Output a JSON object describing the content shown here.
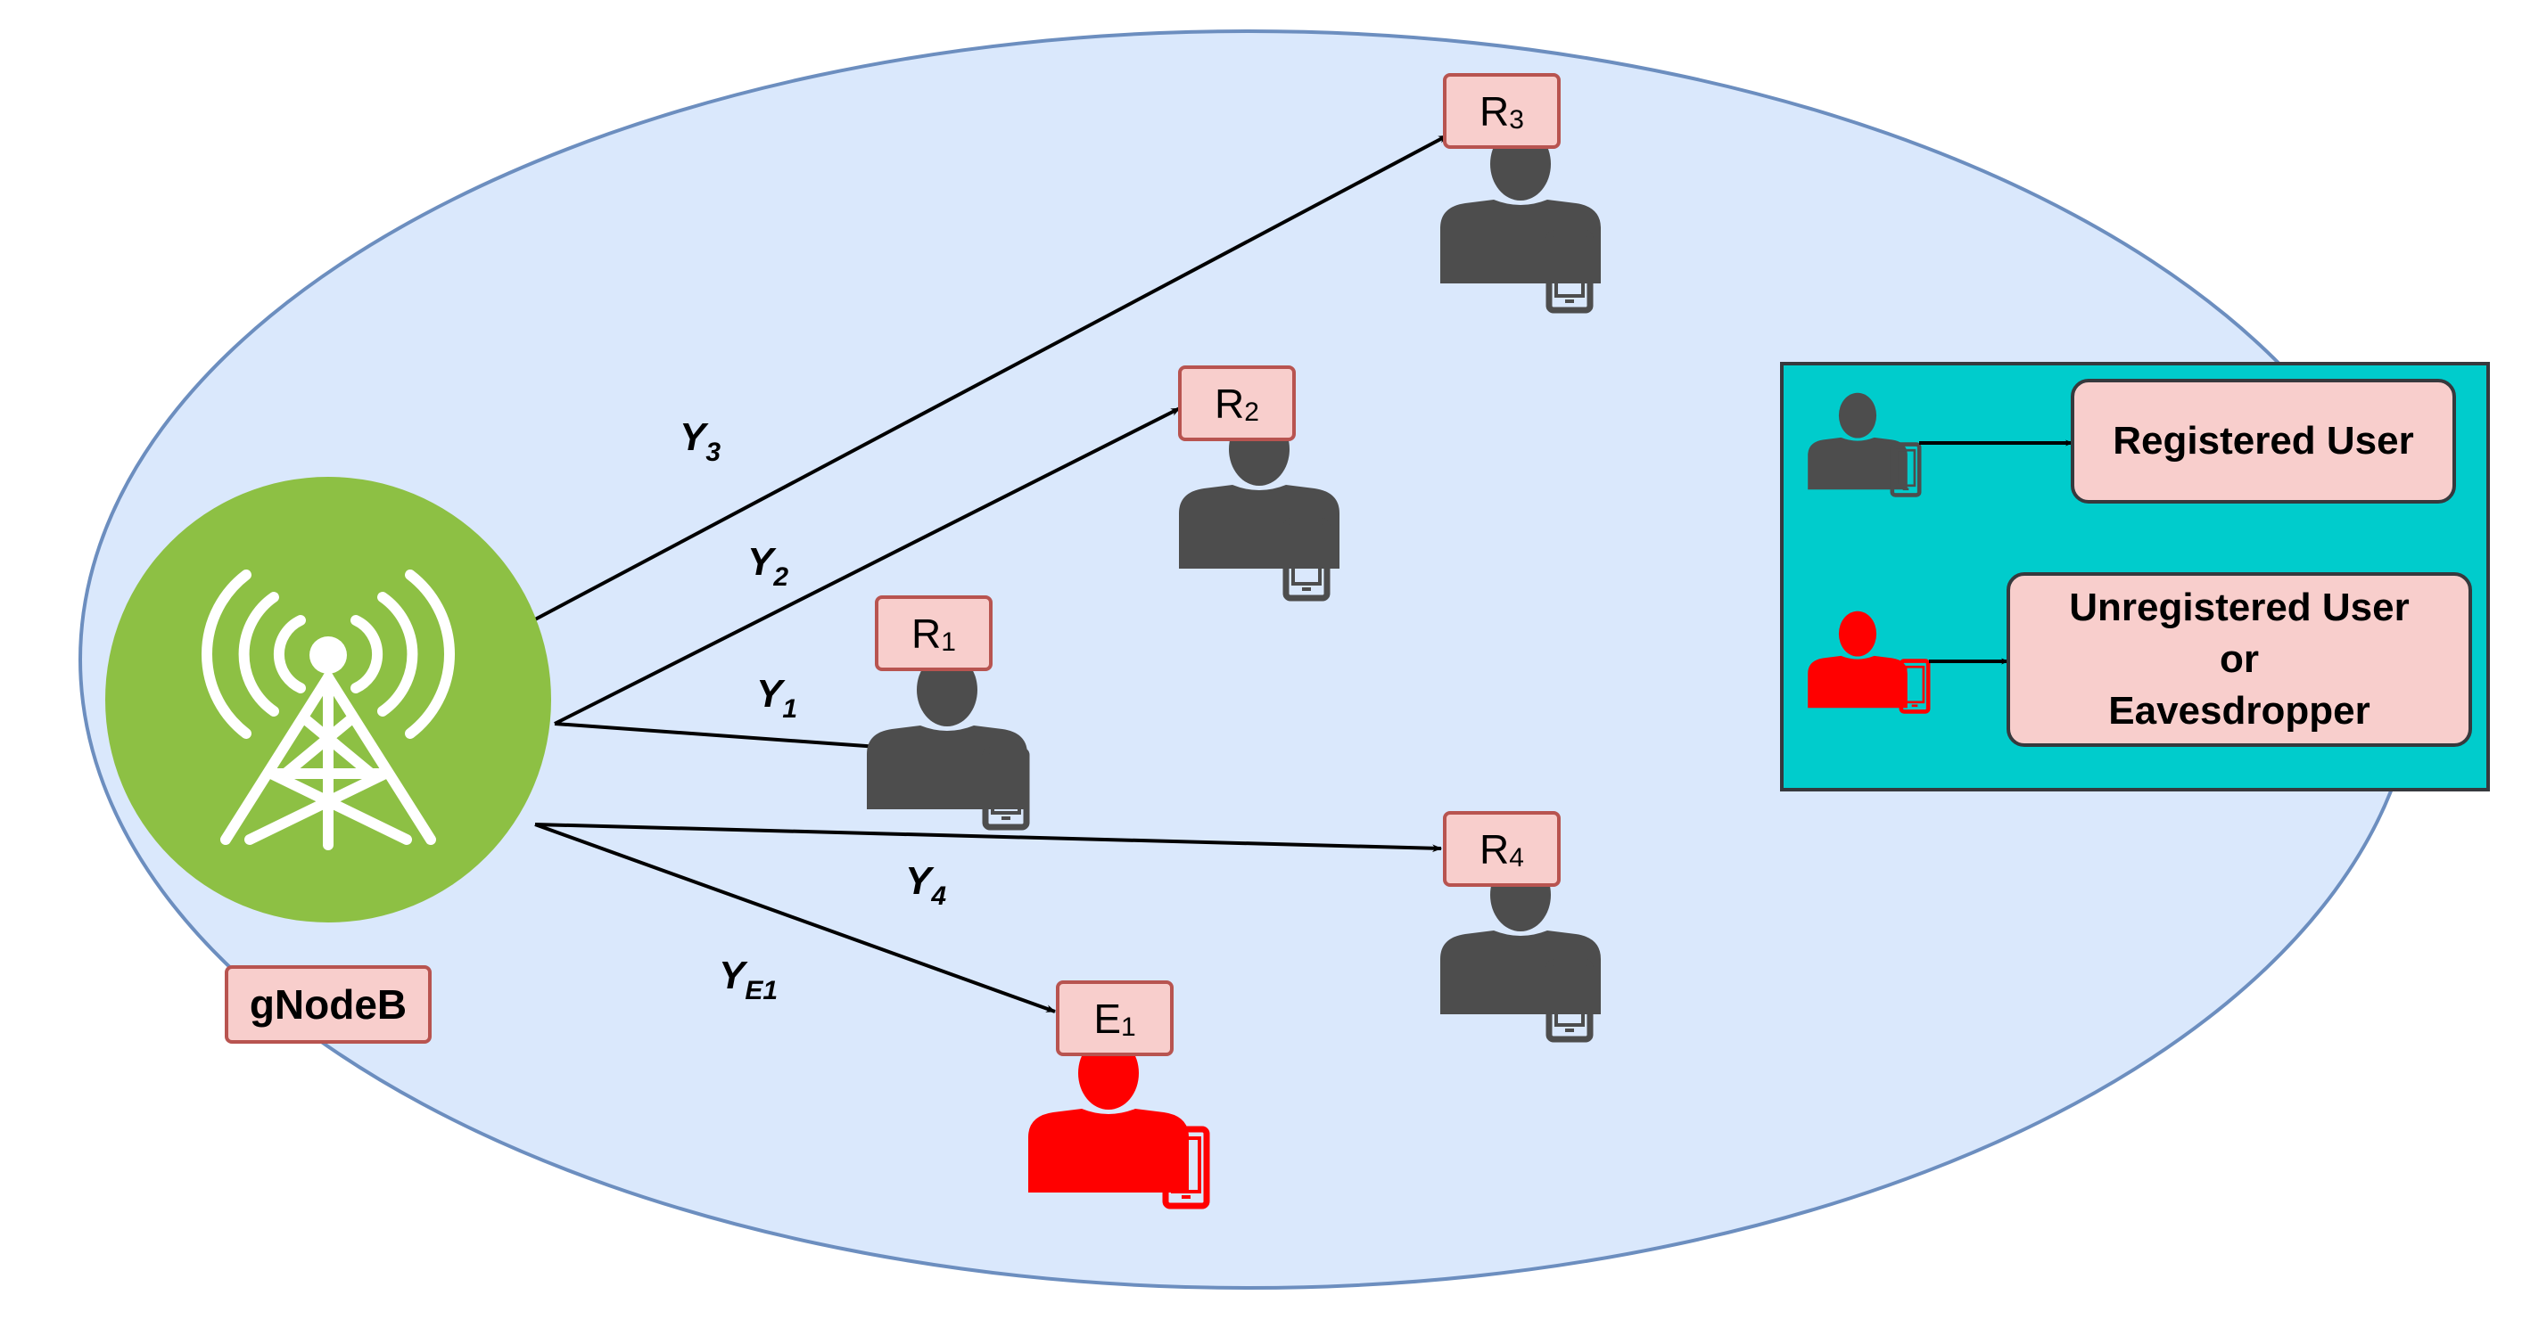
{
  "base_station": {
    "label": "gNodeB"
  },
  "users": [
    {
      "id": "R3",
      "base": "R",
      "sub": "3",
      "kind": "registered"
    },
    {
      "id": "R2",
      "base": "R",
      "sub": "2",
      "kind": "registered"
    },
    {
      "id": "R1",
      "base": "R",
      "sub": "1",
      "kind": "registered"
    },
    {
      "id": "R4",
      "base": "R",
      "sub": "4",
      "kind": "registered"
    },
    {
      "id": "E1",
      "base": "E",
      "sub": "1",
      "kind": "eavesdropper"
    }
  ],
  "signals": [
    {
      "to": "R3",
      "base": "Y",
      "sub": "3"
    },
    {
      "to": "R2",
      "base": "Y",
      "sub": "2"
    },
    {
      "to": "R1",
      "base": "Y",
      "sub": "1"
    },
    {
      "to": "R4",
      "base": "Y",
      "sub": "4"
    },
    {
      "to": "E1",
      "base": "Y",
      "sub": "E1"
    }
  ],
  "legend": {
    "registered": {
      "label": "Registered User"
    },
    "unregistered": {
      "line1": "Unregistered User",
      "line2": "or",
      "line3": "Eavesdropper"
    }
  },
  "colors": {
    "coverage_fill": "#dae8fc",
    "coverage_stroke": "#6c8ebf",
    "tower_fill": "#8dc044",
    "label_fill": "#f8cecc",
    "label_stroke": "#b85450",
    "legend_fill": "#00cccc",
    "registered_user": "#4d4d4d",
    "eavesdropper": "#ff0000"
  },
  "icons": {
    "base_station": "antenna-tower-icon",
    "registered": "user-with-phone-icon",
    "eavesdropper": "user-with-phone-icon"
  }
}
